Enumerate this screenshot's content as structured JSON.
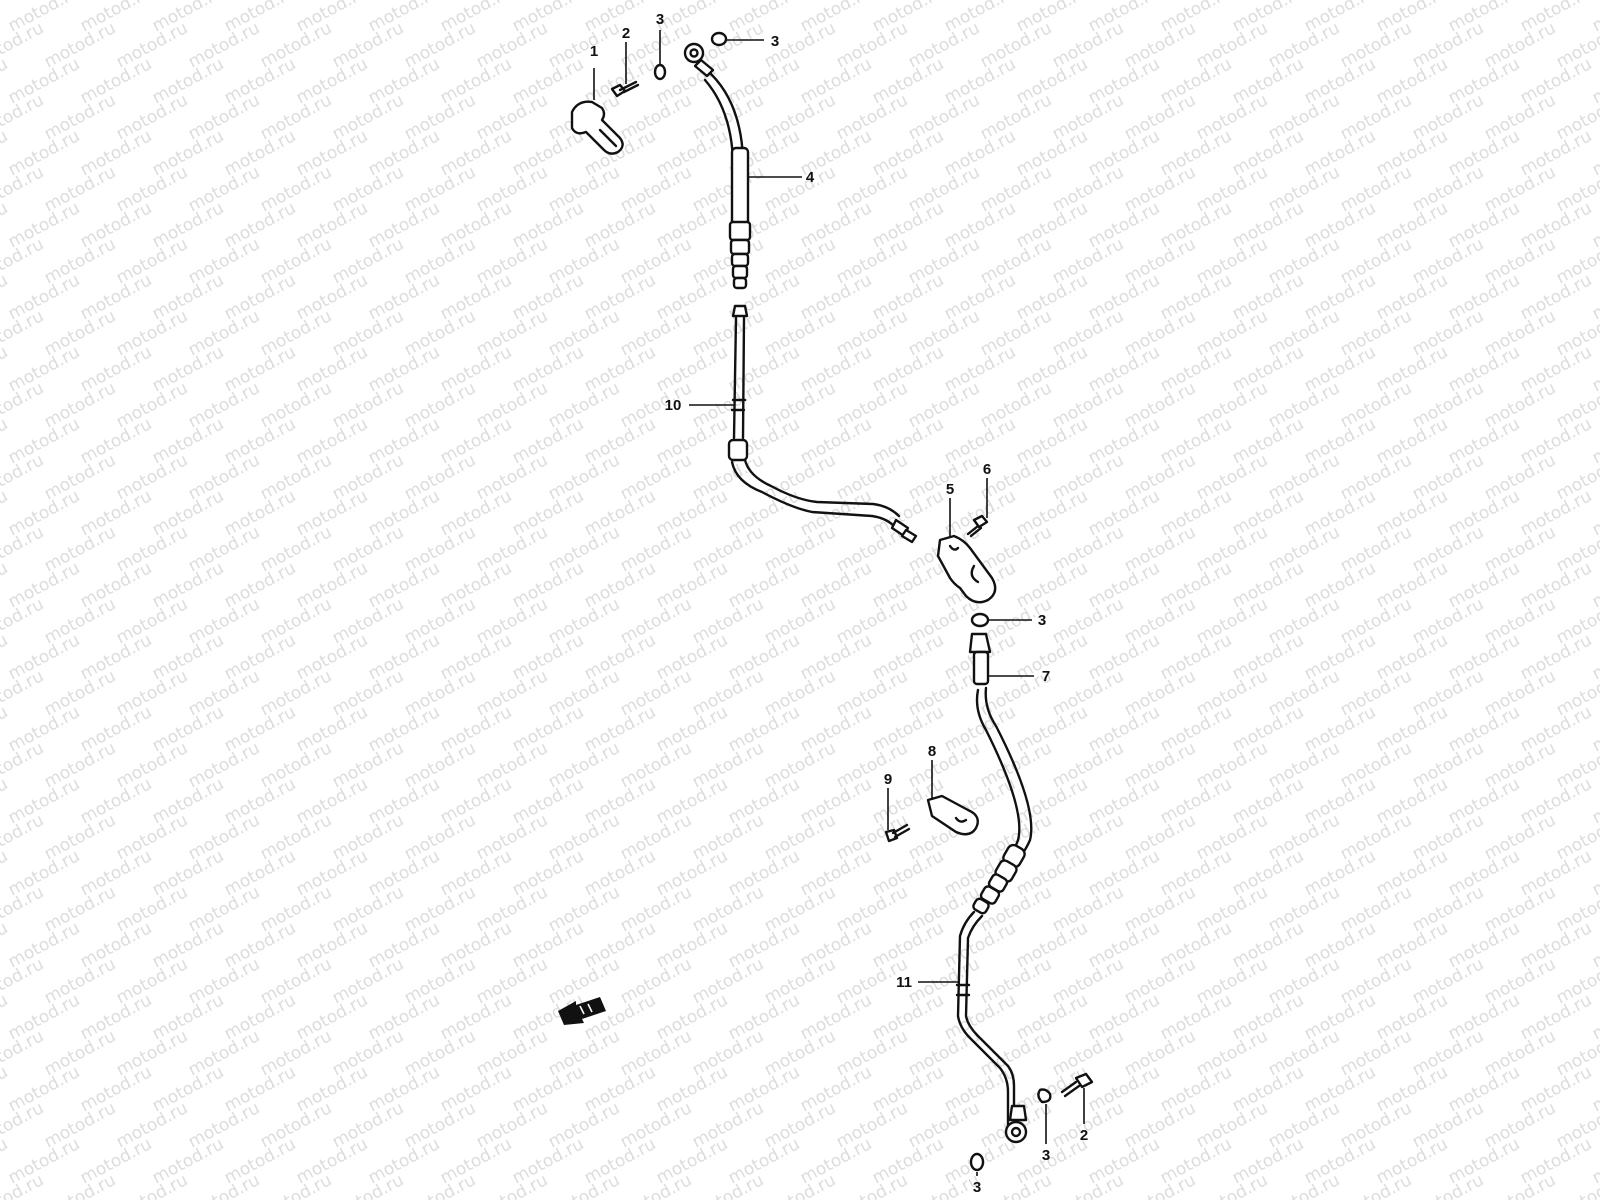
{
  "watermark": {
    "text": "motod.ru",
    "color": "#dcdcdc"
  },
  "callouts": [
    {
      "id": "c1",
      "label": "1"
    },
    {
      "id": "c2a",
      "label": "2"
    },
    {
      "id": "c3a",
      "label": "3"
    },
    {
      "id": "c3b",
      "label": "3"
    },
    {
      "id": "c4",
      "label": "4"
    },
    {
      "id": "c10",
      "label": "10"
    },
    {
      "id": "c5",
      "label": "5"
    },
    {
      "id": "c6",
      "label": "6"
    },
    {
      "id": "c3c",
      "label": "3"
    },
    {
      "id": "c7",
      "label": "7"
    },
    {
      "id": "c8",
      "label": "8"
    },
    {
      "id": "c9",
      "label": "9"
    },
    {
      "id": "c11",
      "label": "11"
    },
    {
      "id": "c2b",
      "label": "2"
    },
    {
      "id": "c3d",
      "label": "3"
    },
    {
      "id": "c3e",
      "label": "3"
    }
  ],
  "direction_arrow": {
    "icon": "front-arrow-icon"
  }
}
